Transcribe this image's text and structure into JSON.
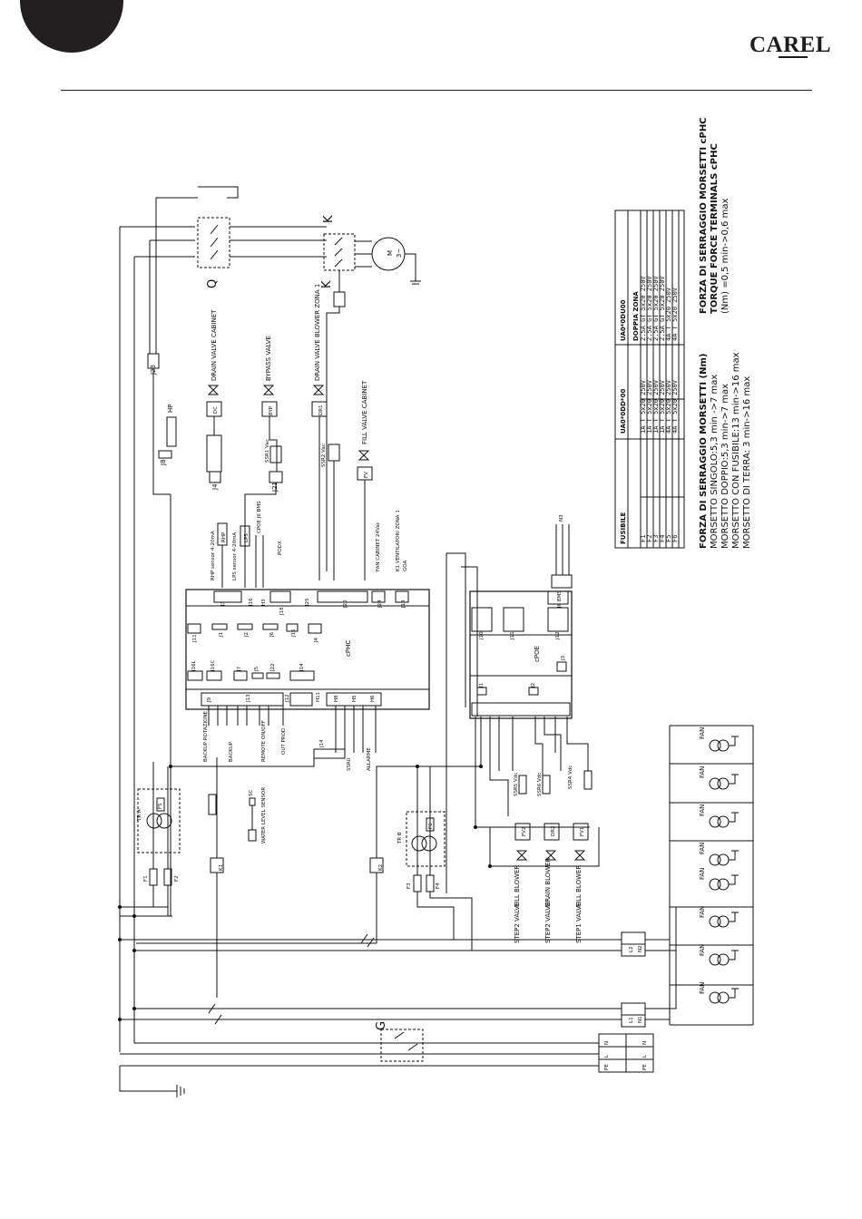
{
  "header": {
    "logo_text": "CAREL",
    "accent_color": "#231f20"
  },
  "components": {
    "main_switch": "Q",
    "contactor_top": "K",
    "contactor_mid": "K",
    "motor": "M",
    "motor_phase": "3~",
    "isolator": "G",
    "transformer_a": "TR A",
    "transformer_b": "TR B",
    "relay_k1": "K1",
    "relay_k2": "K2",
    "controller_main": "cPHC",
    "controller_ext": "cPOE"
  },
  "connectors": {
    "j23": "J23",
    "j8": "J8",
    "hp": "HP",
    "j4": "J4",
    "j21": "J21",
    "j3": "J3",
    "j16": "J16",
    "h3": "H3",
    "j18": "J18",
    "j25": "J25",
    "j20": "J20",
    "j24": "J24",
    "j19": "J19",
    "j11": "J11",
    "j1": "J1",
    "j2": "J2",
    "j6": "J6",
    "j15": "J15",
    "j4b": "J4",
    "j16l": "J16L",
    "j16c": "J16C",
    "j7": "J7",
    "j5": "J5",
    "j22": "J22",
    "j14": "J14",
    "j9": "J9",
    "j13": "J13",
    "j12": "J12",
    "j11b": "H11",
    "j8b": "H8",
    "h5": "H5",
    "h6": "H6",
    "j14b": "J14",
    "p_j10": "J10",
    "p_j11": "J11",
    "p_j12": "J12",
    "p_j1": "J1",
    "p_j2": "J2",
    "p_j6": "J6 BMS",
    "p_j3": "J3",
    "n3": "N3"
  },
  "labels": {
    "drain_valve_cabinet": "DRAIN VALVE CABINET",
    "bypass_valve": "BYPASS VALVE",
    "drain_valve_blower": "DRAIN VALVE BLOWER ZONA 1",
    "fill_valve_cabinet": "FILL VALVE CABINET",
    "dc": "DC",
    "byp": "BYP",
    "dr1": "DR1",
    "fv": "FV",
    "ssr1": "SSR1 Vac",
    "ssr2": "SSR2 Vac",
    "rhp": "RHP",
    "lps": "LPS",
    "rhp_sensor": "RHP sensor 4-20mA",
    "lps_sensor": "LPS sensor 4-20mA",
    "cpoe_bms": "CPOE J6 BMS",
    "podx": "PODX",
    "fan_cabinet": "FAN CABINET 24Vac",
    "k1_fans": "K1 VENTILATORI ZONA 1",
    "goa": "GOA",
    "backup": "BACKUP ROTAZIONE",
    "backup2": "BACKUP",
    "remote": "REMOTE ON/OFF",
    "out_prod": "OUT PROD.",
    "ssr0": "SSR0",
    "allarme": "ALLARME",
    "water_level": "WATER LEVEL SENSOR",
    "sc": "SC",
    "ssr5": "SSR5 Vdc",
    "ssr6": "SSR6 Vdc",
    "ssr4": "SSR4 Vdc",
    "fv2": "FV2",
    "dr2": "DR2",
    "fv1": "FV1",
    "fill_blower": "FILL BLOWER",
    "drain_blower": "DRAIN BLOWER",
    "fill_blower2": "FILL BLOWER",
    "step2_valve": "STEP2 VALVE",
    "step2_valve2": "STEP2 VALVE",
    "step1_valve": "STEP1 VALVE",
    "fan": "FAN",
    "f1": "F1",
    "f2": "F2",
    "f3": "F3",
    "f4": "F4",
    "f5": "F5",
    "f6": "F6",
    "l2": "L2",
    "n2": "N2",
    "l1": "L1",
    "n1": "N1",
    "term_n": "N",
    "term_l": "L",
    "term_pe": "PE",
    "term_n2": "N",
    "term_l2": "L",
    "term_pe2": "PE"
  },
  "fuse_table": {
    "col_fuse": "FUSIBILE",
    "col_single": "UA0*0DD*00",
    "col_double": "UA0*0DU00",
    "col_double_sub": "DOPPIA ZONA",
    "rows": [
      {
        "fuse": "F1",
        "single": "1A T 5x20 250V",
        "double": "2.5A GT 5x20 250V"
      },
      {
        "fuse": "F2",
        "single": "1A T 5x20 250V",
        "double": "2.5A GT 5x20 250V"
      },
      {
        "fuse": "F3",
        "single": "1A T 5x20 250V",
        "double": "2.5A GT 5x20 250V"
      },
      {
        "fuse": "F4",
        "single": "1A T 5x20 250V",
        "double": "2.5A GT 5x20 250V"
      },
      {
        "fuse": "F5",
        "single": "4A T 5x20 250V",
        "double": "4A T 5x20 250V"
      },
      {
        "fuse": "F6",
        "single": "4A T 5x20 250V",
        "double": "4A T 5x20 250V"
      }
    ]
  },
  "torque_notes": {
    "it_title": "FORZA DI SERRAGGIO MORSETTI (Nm)",
    "it_lines": [
      "MORSETTO SINGOLO:5,3 min ->7 max",
      "MORSETTO DOPPIO:5,3 min->7 max",
      "MORSETTO CON FUSIBILE:13 min->16 max",
      "MORSETTO DI TERRA: 3 min->16 max"
    ],
    "en_title1": "FORZA DI SERRAGGIO MORSETTI cPHC",
    "en_title2": "TORQUE FORCE TERMINALS cPHC",
    "en_line": "(Nm) =0,5 min->0,6 max"
  }
}
